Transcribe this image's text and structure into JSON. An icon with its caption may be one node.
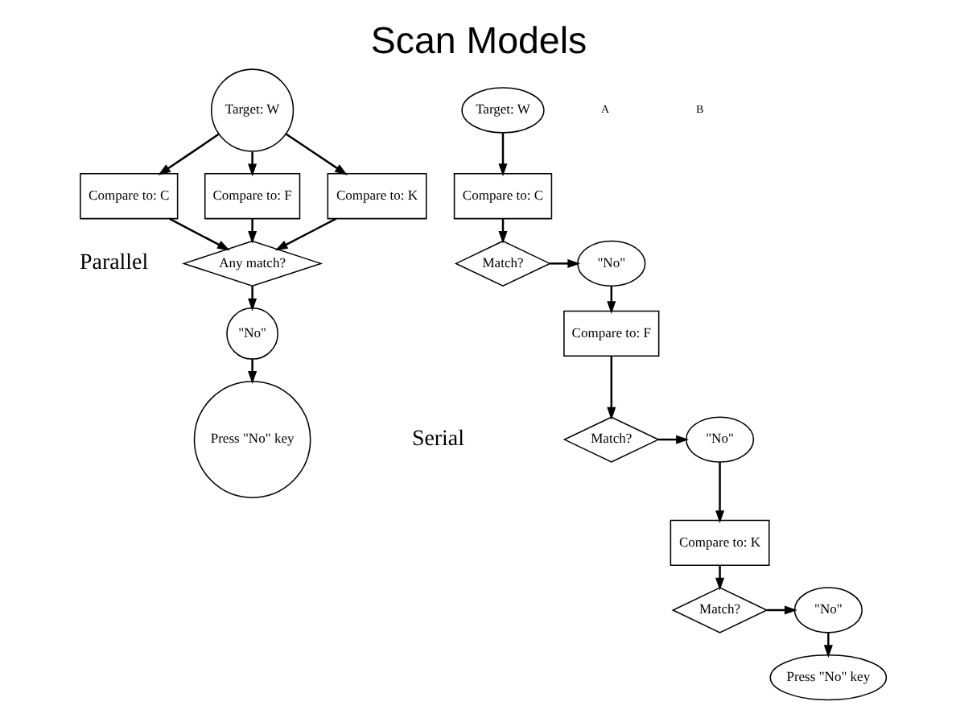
{
  "diagram": {
    "title": "Scan Models",
    "nodes": [
      {
        "text": [
          "Target: W"
        ]
      },
      {
        "text": [
          "Compare to: C"
        ]
      },
      {
        "text": [
          "Compare to: F"
        ]
      },
      {
        "text": [
          "Compare to: K"
        ]
      },
      {
        "text": [
          "Any match?"
        ]
      },
      {
        "text": [
          "\"No\""
        ]
      },
      {
        "text": [
          "Press \"No\" key"
        ]
      },
      {
        "text": [
          "Target: W"
        ]
      },
      {
        "text": [
          "Compare to: C"
        ]
      },
      {
        "text": [
          "Match?"
        ]
      },
      {
        "text": [
          "\"No\""
        ]
      },
      {
        "text": [
          "Compare to: F"
        ]
      },
      {
        "text": [
          "Match?"
        ]
      },
      {
        "text": [
          "\"No\""
        ]
      },
      {
        "text": [
          "Compare to: K"
        ]
      },
      {
        "text": [
          "Match?"
        ]
      },
      {
        "text": [
          "\"No\""
        ]
      },
      {
        "text": [
          "Press \"No\" key"
        ]
      }
    ],
    "edges": [
      {
        "from": 0,
        "to": 1,
        "arrow": "to"
      },
      {
        "from": 0,
        "to": 2,
        "arrow": "to"
      },
      {
        "from": 0,
        "to": 3,
        "arrow": "to"
      },
      {
        "from": 1,
        "to": 4,
        "arrow": "to"
      },
      {
        "from": 2,
        "to": 4,
        "arrow": "to"
      },
      {
        "from": 3,
        "to": 4,
        "arrow": "to"
      },
      {
        "from": 4,
        "to": 5,
        "arrow": "to"
      },
      {
        "from": 5,
        "to": 6,
        "arrow": "to"
      },
      {
        "from": 7,
        "to": 8,
        "arrow": "to"
      },
      {
        "from": 8,
        "to": 9,
        "arrow": "to"
      },
      {
        "from": 9,
        "to": 10,
        "arrow": "to"
      },
      {
        "from": 10,
        "to": 11,
        "arrow": "to"
      },
      {
        "from": 11,
        "to": 12,
        "arrow": "to"
      },
      {
        "from": 12,
        "to": 13,
        "arrow": "to"
      },
      {
        "from": 13,
        "to": 14,
        "arrow": "to"
      },
      {
        "from": 14,
        "to": 15,
        "arrow": "to"
      },
      {
        "from": 15,
        "to": 16,
        "arrow": "to"
      },
      {
        "from": 16,
        "to": 17,
        "arrow": "to"
      }
    ],
    "labels": [
      "A",
      "B",
      "Parallel",
      "Serial"
    ]
  }
}
